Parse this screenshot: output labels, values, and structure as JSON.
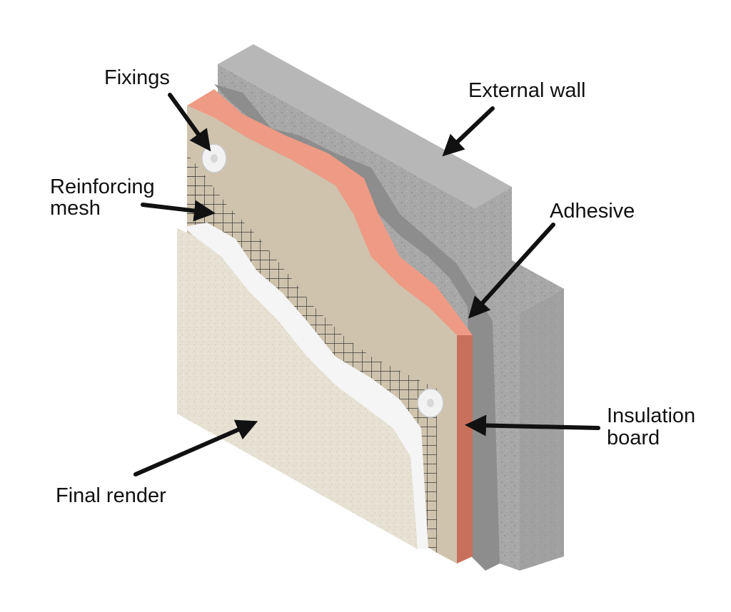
{
  "labels": {
    "fixings": "Fixings",
    "external_wall": "External wall",
    "reinforcing_mesh_line1": "Reinforcing",
    "reinforcing_mesh_line2": "mesh",
    "adhesive": "Adhesive",
    "insulation_board_line1": "Insulation",
    "insulation_board_line2": "board",
    "final_render": "Final render"
  },
  "colors": {
    "background": "#ffffff",
    "concrete": "#a9a9a9",
    "concrete_dark": "#8c8c8c",
    "adhesive": "#8a8a8a",
    "insulation": "#ef9a84",
    "insulation_side": "#c9705c",
    "base_coat": "#cfc3ad",
    "mesh": "#3a3a3a",
    "primer": "#f4f4f4",
    "render": "#e7e2d4",
    "arrow": "#111111"
  }
}
